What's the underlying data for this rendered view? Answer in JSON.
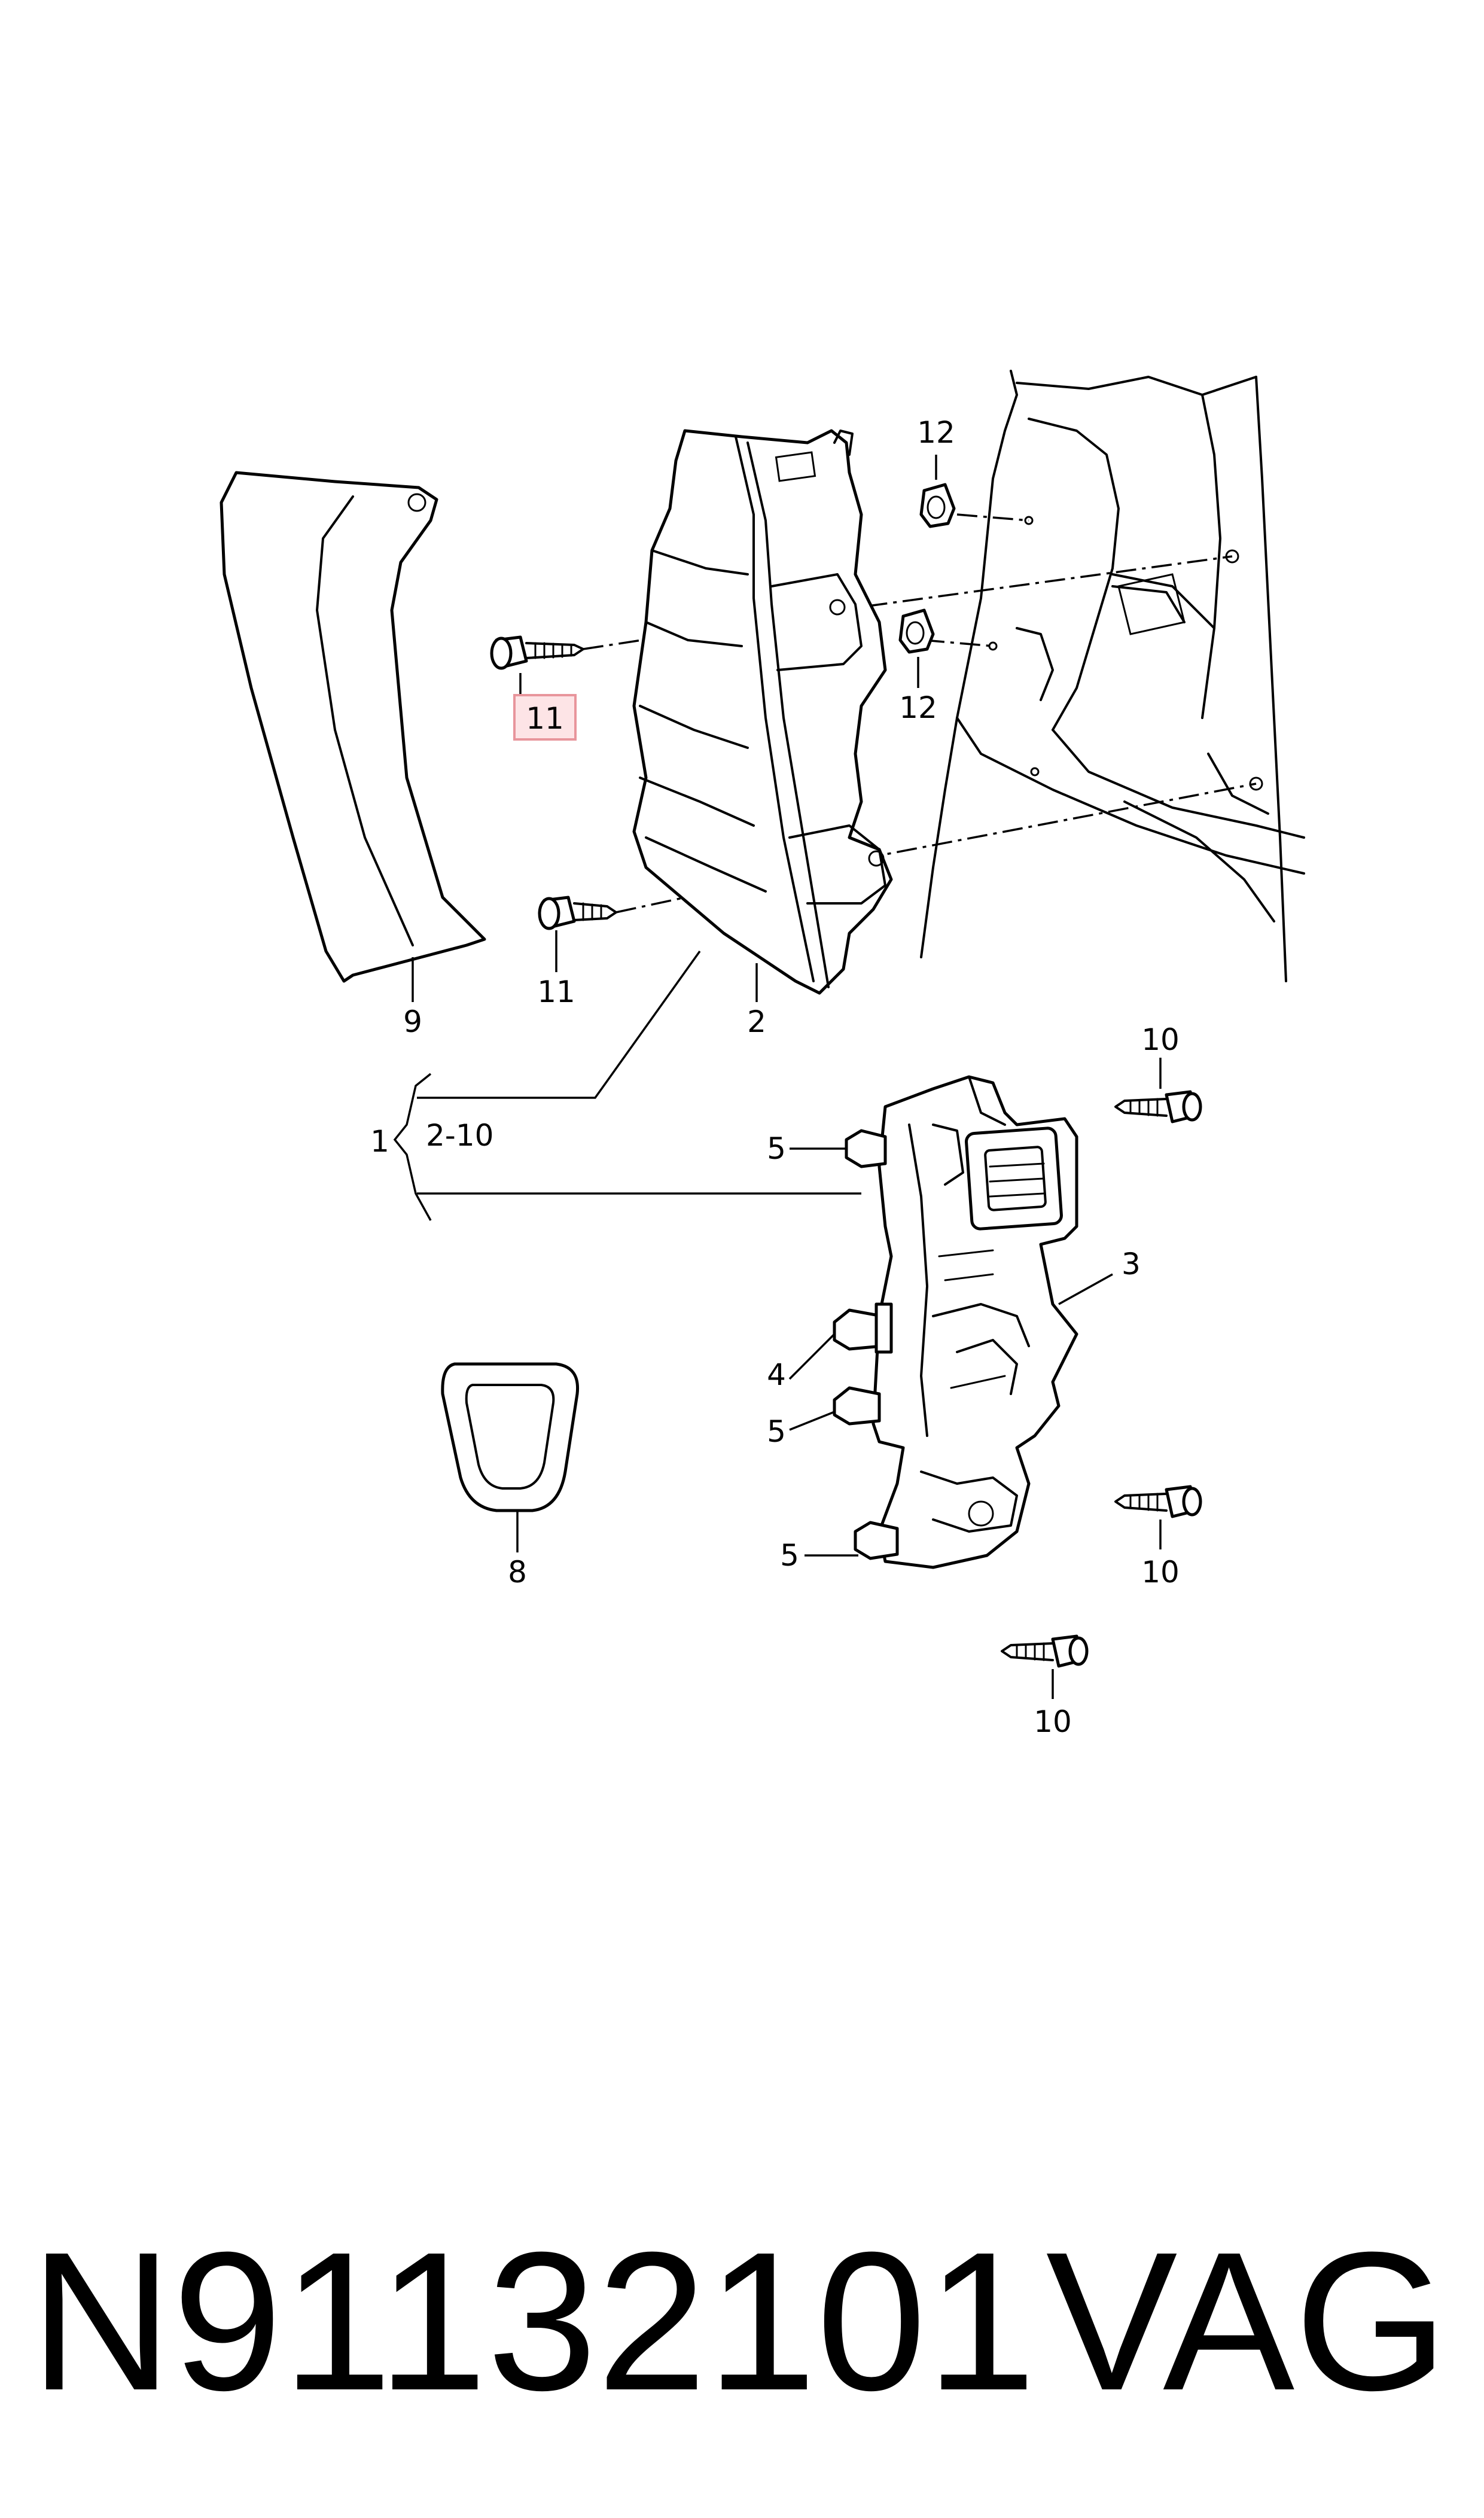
{
  "callouts": {
    "c1": "1",
    "c_range": "2-10",
    "c2": "2",
    "c3": "3",
    "c4": "4",
    "c5a": "5",
    "c5b": "5",
    "c5c": "5",
    "c8": "8",
    "c9": "9",
    "c10a": "10",
    "c10b": "10",
    "c10c": "10",
    "c11a": "11",
    "c11b": "11",
    "c12a": "12",
    "c12b": "12"
  },
  "highlighted_callout": "11",
  "footer": {
    "part_number": "N91132101",
    "brand": "VAG"
  },
  "colors": {
    "line": "#000000",
    "highlight_fill": "#fde4e6",
    "highlight_border": "#e8959c",
    "background": "#ffffff"
  }
}
